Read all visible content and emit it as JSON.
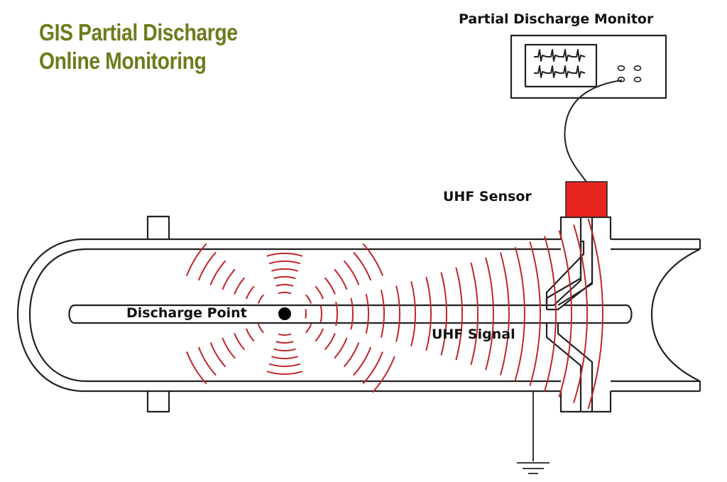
{
  "title": {
    "line1": "GIS Partial Discharge",
    "line2": "Online Monitoring"
  },
  "labels": {
    "monitor": "Partial Discharge Monitor",
    "sensor": "UHF Sensor",
    "discharge_point": "Discharge Point",
    "signal": "UHF Signal"
  },
  "colors": {
    "title": "#6f7a1c",
    "sensor": "#e8261f",
    "wave": "#c0262b",
    "line": "#222222"
  }
}
